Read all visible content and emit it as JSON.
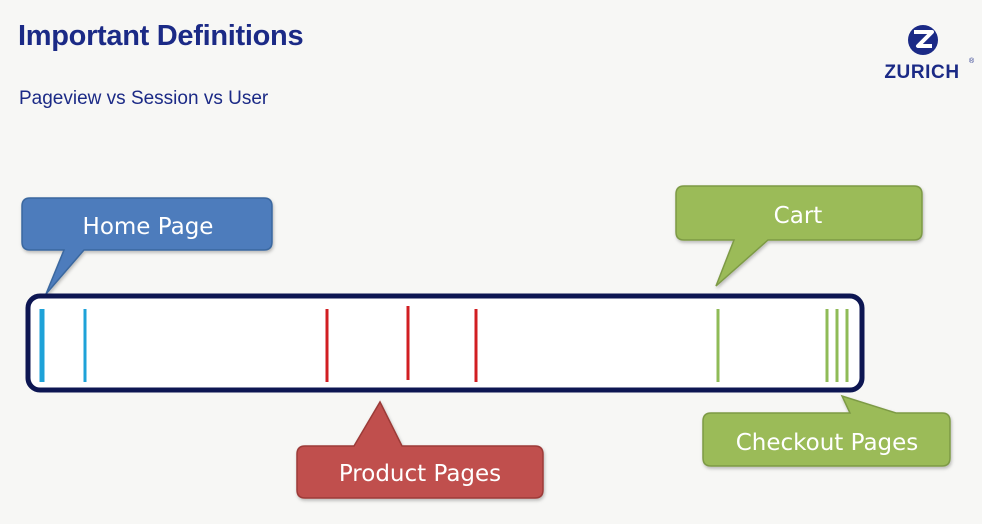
{
  "slide": {
    "title": "Important Definitions",
    "subtitle": "Pageview vs Session vs User"
  },
  "logo": {
    "wordmark": "ZURICH",
    "registered_mark": "®",
    "brand_color": "#1b2a86"
  },
  "diagram": {
    "callouts": {
      "home": {
        "label": "Home Page",
        "fill": "#4d7cbc"
      },
      "product": {
        "label": "Product Pages",
        "fill": "#c0504d"
      },
      "cart": {
        "label": "Cart",
        "fill": "#9bbb59"
      },
      "checkout": {
        "label": "Checkout Pages",
        "fill": "#9bbb59"
      }
    },
    "session_bar": {
      "border_color": "#0d1652"
    },
    "pageview_marks": {
      "home": "#1ea2d8",
      "product": "#d11e22",
      "cart_checkout": "#8fbb57"
    }
  }
}
